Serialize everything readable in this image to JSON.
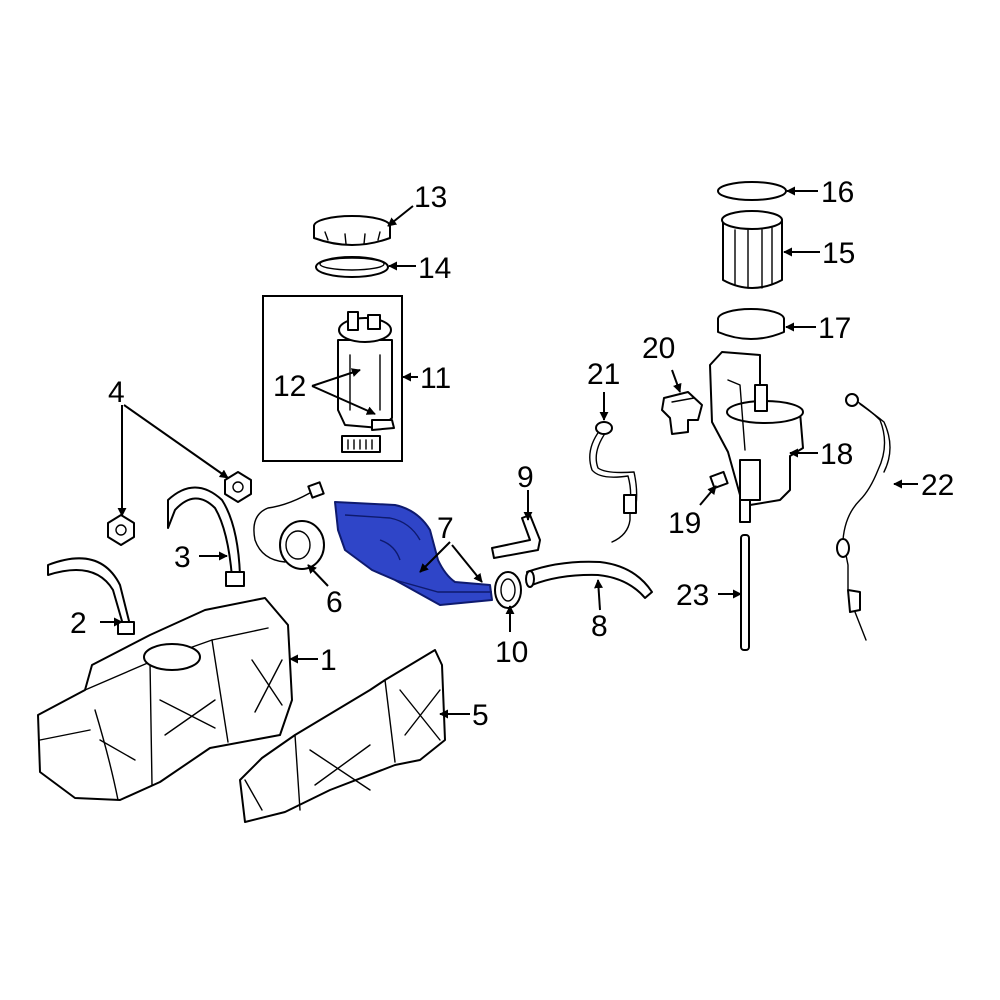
{
  "diagram": {
    "callouts": {
      "c1": "1",
      "c2": "2",
      "c3": "3",
      "c4": "4",
      "c5": "5",
      "c6": "6",
      "c7": "7",
      "c8": "8",
      "c9": "9",
      "c10": "10",
      "c11": "11",
      "c12": "12",
      "c13": "13",
      "c14": "14",
      "c15": "15",
      "c16": "16",
      "c17": "17",
      "c18": "18",
      "c19": "19",
      "c20": "20",
      "c21": "21",
      "c22": "22",
      "c23": "23"
    },
    "highlight_color": "#2f45c8",
    "highlighted_part": "7"
  }
}
